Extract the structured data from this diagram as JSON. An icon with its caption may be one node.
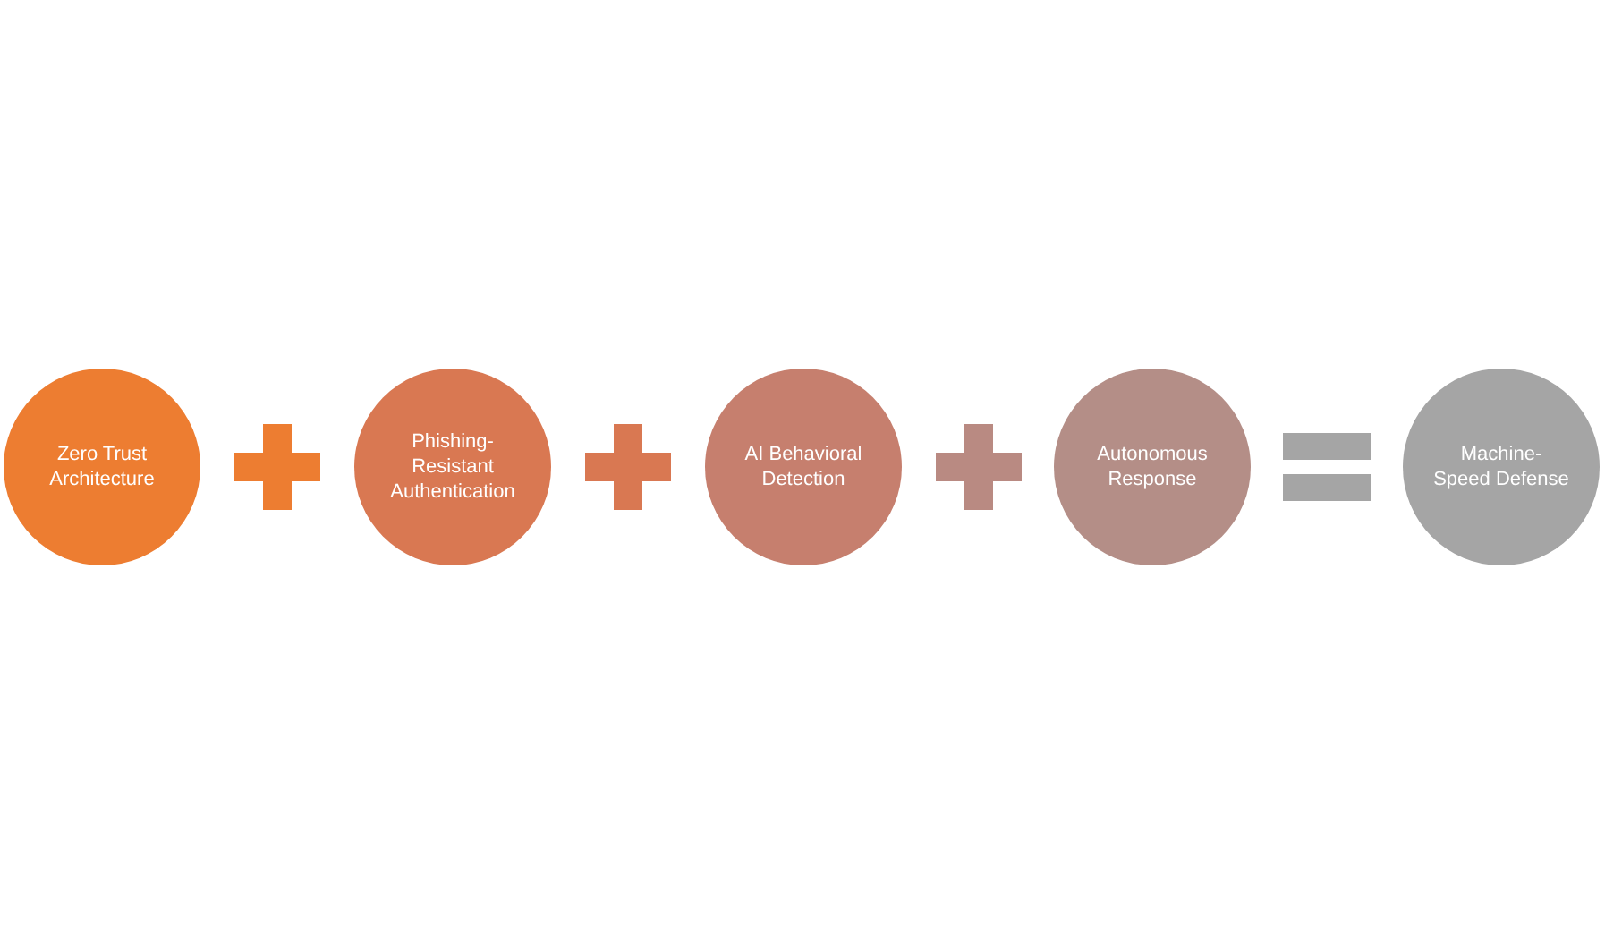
{
  "diagram": {
    "nodes": [
      {
        "text": [
          "Zero Trust Architecture"
        ]
      },
      {
        "text": [
          "Phishing- Resistant Authentication"
        ]
      },
      {
        "text": [
          "AI Behavioral Detection"
        ]
      },
      {
        "text": [
          "Autonomous Response"
        ]
      },
      {
        "text": [
          "Machine- Speed Defense"
        ]
      }
    ]
  }
}
